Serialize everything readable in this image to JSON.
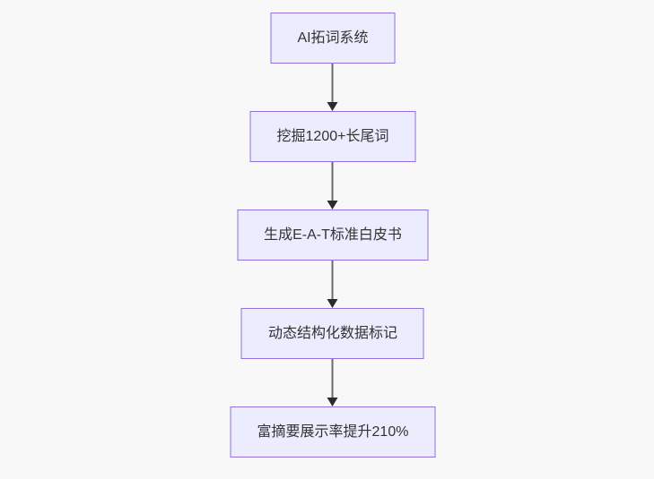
{
  "diagram": {
    "type": "flowchart-top-down",
    "nodes": [
      {
        "id": "node-1",
        "label": "AI拓词系统"
      },
      {
        "id": "node-2",
        "label": "挖掘1200+长尾词"
      },
      {
        "id": "node-3",
        "label": "生成E-A-T标准白皮书"
      },
      {
        "id": "node-4",
        "label": "动态结构化数据标记"
      },
      {
        "id": "node-5",
        "label": "富摘要展示率提升210%"
      }
    ],
    "edges": [
      {
        "from": "node-1",
        "to": "node-2"
      },
      {
        "from": "node-2",
        "to": "node-3"
      },
      {
        "from": "node-3",
        "to": "node-4"
      },
      {
        "from": "node-4",
        "to": "node-5"
      }
    ],
    "colors": {
      "background": "#f8f8f8",
      "node_fill": "#ECECFF",
      "node_border": "#9370DB",
      "text": "#333333",
      "edge_line": "#6b6b6b",
      "arrowhead": "#2b2b2b"
    }
  }
}
